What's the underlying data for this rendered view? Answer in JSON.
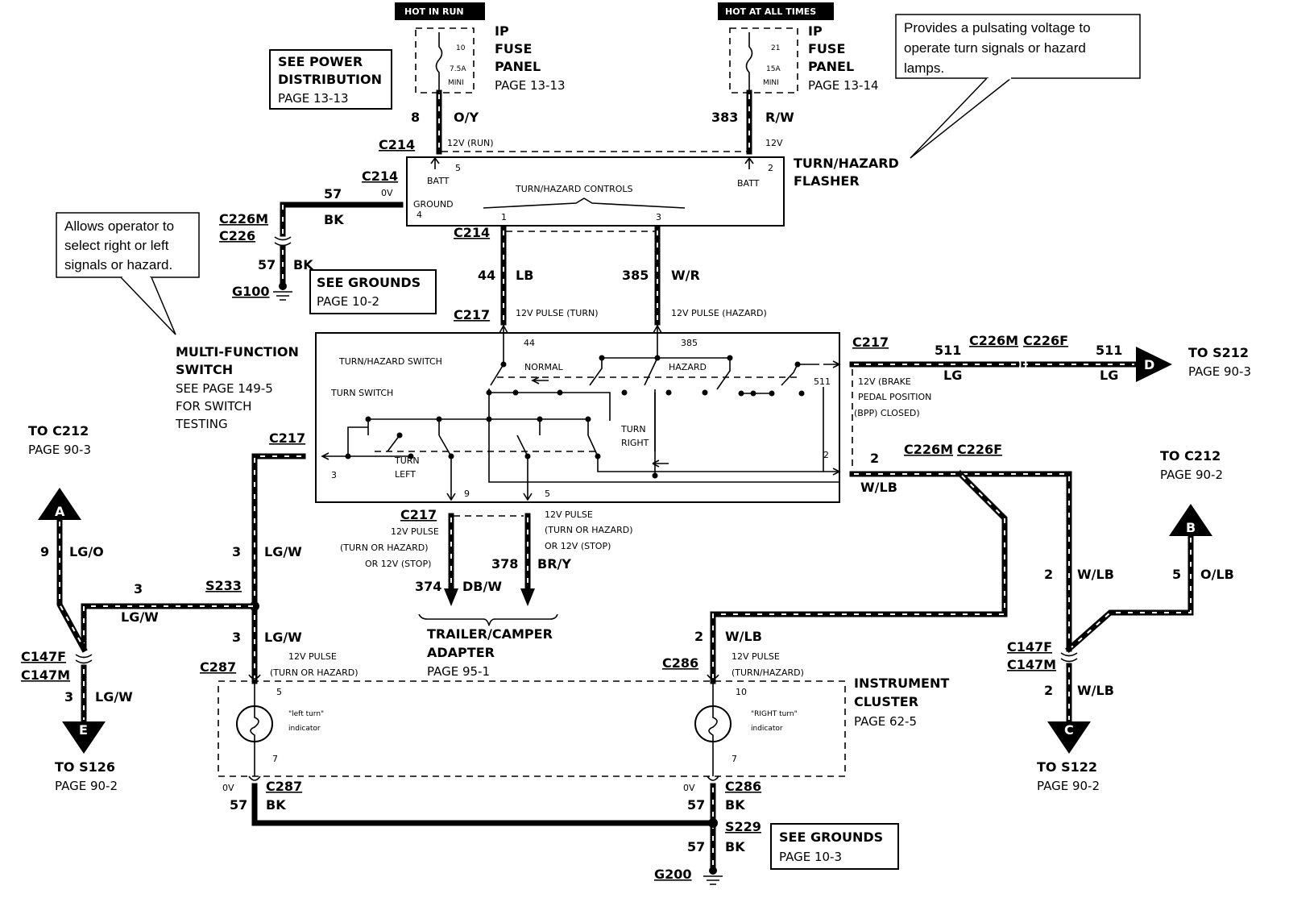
{
  "fuses": {
    "run": {
      "header": "HOT IN RUN",
      "num": "10",
      "amp": "7.5A",
      "type": "MINI"
    },
    "always": {
      "header": "HOT AT ALL TIMES",
      "num": "21",
      "amp": "15A",
      "type": "MINI"
    },
    "ip_label_1": "IP",
    "ip_label_2": "FUSE",
    "ip_label_3": "PANEL",
    "ip_page_run": "PAGE 13-13",
    "ip_page_always": "PAGE 13-14"
  },
  "notes": {
    "power_dist": [
      "SEE POWER",
      "DISTRIBUTION",
      "PAGE 13-13"
    ],
    "grounds_1": [
      "SEE GROUNDS",
      "PAGE 10-2"
    ],
    "grounds_2": [
      "SEE GROUNDS",
      "PAGE 10-3"
    ],
    "callout_flasher": [
      "Provides a pulsating voltage to",
      "operate turn signals or hazard",
      "lamps."
    ],
    "callout_switch": [
      "Allows operator to",
      "select right or left",
      "signals or hazard."
    ]
  },
  "flasher": {
    "title_1": "TURN/HAZARD",
    "title_2": "FLASHER",
    "controls": "TURN/HAZARD CONTROLS",
    "batt": "BATT",
    "ground": "GROUND",
    "pin5": "5",
    "pin2": "2",
    "pin4": "4",
    "pin1": "1",
    "pin3": "3",
    "run_12v": "12V (RUN)",
    "twelve_v": "12V",
    "zero_v": "0V"
  },
  "mfs": {
    "title": [
      "MULTI-FUNCTION",
      "SWITCH",
      "SEE PAGE 149-5",
      "FOR SWITCH",
      "TESTING"
    ],
    "turn_hazard_switch": "TURN/HAZARD SWITCH",
    "turn_switch": "TURN SWITCH",
    "normal": "NORMAL",
    "hazard": "HAZARD",
    "turn_right": [
      "TURN",
      "RIGHT"
    ],
    "turn_left": [
      "TURN",
      "LEFT"
    ],
    "pins": {
      "p44": "44",
      "p385": "385",
      "p511": "511",
      "p2": "2",
      "p3": "3",
      "p9": "9",
      "p5": "5"
    },
    "brake": [
      "12V (BRAKE",
      "PEDAL POSITION",
      "(BPP) CLOSED)"
    ]
  },
  "connectors": {
    "c214": "C214",
    "c217": "C217",
    "c226m": "C226M",
    "c226": "C226",
    "c226f": "C226F",
    "c287": "C287",
    "c286": "C286",
    "c147f": "C147F",
    "c147m": "C147M",
    "s233": "S233",
    "s229": "S229",
    "g100": "G100",
    "g200": "G200"
  },
  "wires": {
    "w8": "8",
    "ov": "O/Y",
    "w383": "383",
    "rw": "R/W",
    "w57": "57",
    "bk": "BK",
    "w44": "44",
    "lb": "LB",
    "w385": "385",
    "wr": "W/R",
    "pulse_turn": "12V PULSE (TURN)",
    "pulse_hazard": "12V PULSE (HAZARD)",
    "w511": "511",
    "lg": "LG",
    "w2": "2",
    "wlb": "W/LB",
    "w3": "3",
    "lgw": "LG/W",
    "w9": "9",
    "lgo": "LG/O",
    "w5": "5",
    "olb": "O/LB",
    "w374": "374",
    "dbw": "DB/W",
    "w378": "378",
    "bry": "BR/Y",
    "pulse_stop_left": [
      "12V PULSE",
      "(TURN OR HAZARD)",
      "OR 12V (STOP)"
    ],
    "pulse_stop_right": [
      "12V PULSE",
      "(TURN OR HAZARD)",
      "OR 12V (STOP)"
    ],
    "pulse_left_ind": [
      "12V PULSE",
      "(TURN OR HAZARD)"
    ],
    "pulse_right_ind": [
      "12V PULSE",
      "(TURN/HAZARD)"
    ]
  },
  "cluster": {
    "title": [
      "INSTRUMENT",
      "CLUSTER",
      "PAGE 62-5"
    ],
    "left_ind": [
      "\"left turn\"",
      "indicator"
    ],
    "right_ind": [
      "\"RIGHT turn\"",
      "indicator"
    ],
    "pin5": "5",
    "pin10": "10",
    "pin7": "7"
  },
  "trailer": [
    "TRAILER/CAMPER",
    "ADAPTER",
    "PAGE 95-1"
  ],
  "refs": {
    "d": {
      "letter": "D",
      "to": "TO S212",
      "page": "PAGE 90-3"
    },
    "a": {
      "letter": "A",
      "to": "TO C212",
      "page": "PAGE 90-3"
    },
    "b": {
      "letter": "B",
      "to": "TO C212",
      "page": "PAGE 90-2"
    },
    "c": {
      "letter": "C",
      "to": "TO S122",
      "page": "PAGE 90-2"
    },
    "e": {
      "letter": "E",
      "to": "TO S126",
      "page": "PAGE 90-2"
    }
  }
}
